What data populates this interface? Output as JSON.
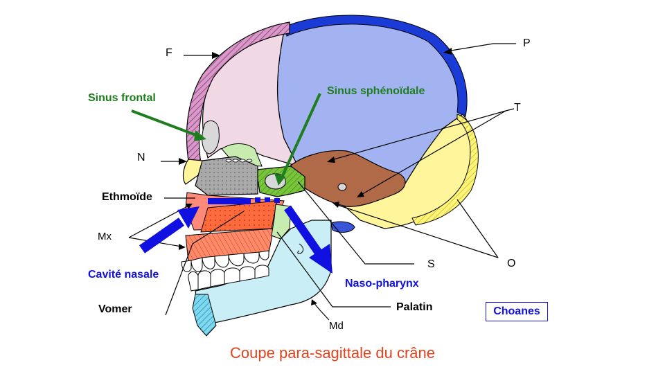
{
  "caption": "Coupe para-sagittale du crâne",
  "labels": {
    "F": "F",
    "P": "P",
    "T": "T",
    "N": "N",
    "S": "S",
    "O": "O",
    "Mx": "Mx",
    "Md": "Md",
    "sinus_frontal": "Sinus frontal",
    "sinus_sphenoidale": "Sinus sphénoïdale",
    "ethmoide": "Ethmoïde",
    "cavite_nasale": "Cavité nasale",
    "naso_pharynx": "Naso-pharynx",
    "vomer": "Vomer",
    "palatin": "Palatin",
    "choanes": "Choanes"
  },
  "colors": {
    "frontal": "#f0d8e4",
    "frontal_cortex": "#b05a96",
    "parietal": "#a3b3f2",
    "parietal_band": "#1a3bd6",
    "occipital": "#fff59a",
    "occipital_cortex": "#e9e23a",
    "temporal": "#b06a48",
    "sphenoid": "#78c43a",
    "ethmoid": "#a9a9a9",
    "maxilla": "#ff6a3c",
    "mandible": "#c9eef6",
    "mandible_hatch": "#39b9d8",
    "vomer": "#ff8060",
    "green_arrow": "#1e7d1e",
    "blue_arrow": "#1010e0",
    "caption": "#e0421c"
  }
}
